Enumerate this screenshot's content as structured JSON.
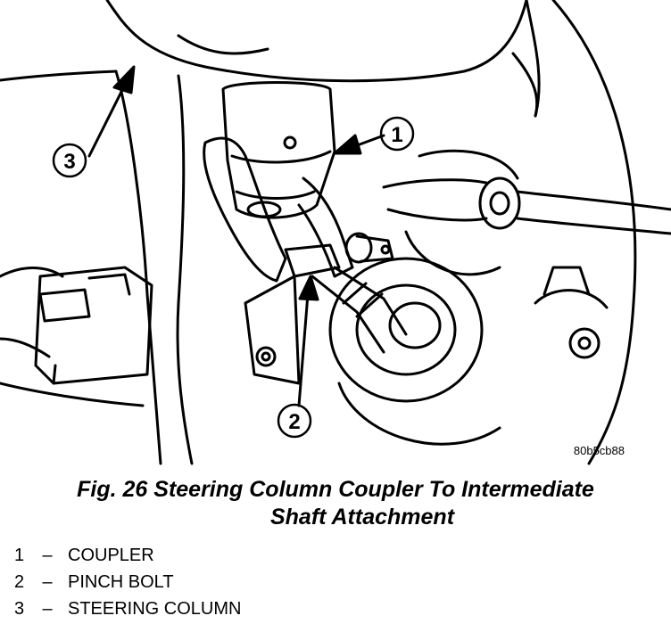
{
  "figure": {
    "code": "80b5cb88",
    "callouts": [
      {
        "number": "1"
      },
      {
        "number": "2"
      },
      {
        "number": "3"
      }
    ]
  },
  "caption": {
    "line1": "Fig. 26 Steering Column Coupler To Intermediate",
    "line2": "Shaft Attachment"
  },
  "legend": [
    {
      "number": "1",
      "dash": "–",
      "label": "COUPLER"
    },
    {
      "number": "2",
      "dash": "–",
      "label": "PINCH BOLT"
    },
    {
      "number": "3",
      "dash": "–",
      "label": "STEERING COLUMN"
    }
  ]
}
